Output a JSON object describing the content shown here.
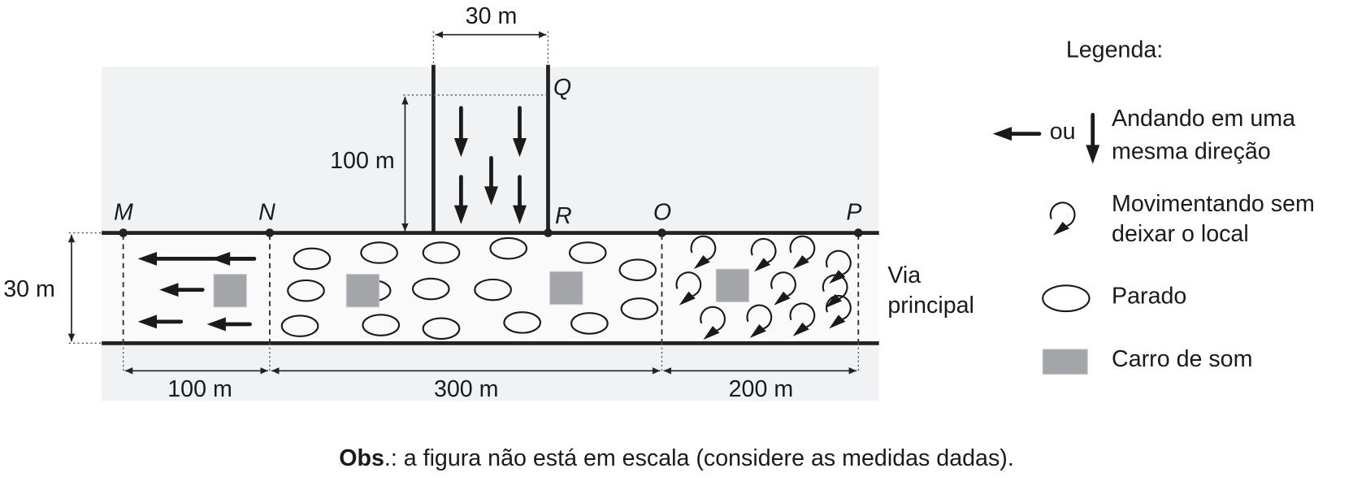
{
  "points": {
    "M": "M",
    "N": "N",
    "O": "O",
    "P": "P",
    "Q": "Q",
    "R": "R"
  },
  "dimensions": {
    "top_width": "30 m",
    "side_street_length": "100 m",
    "road_width": "30 m",
    "segment_MN": "100 m",
    "segment_NO": "300 m",
    "segment_OP": "200 m"
  },
  "road_label": [
    "Via",
    "principal"
  ],
  "legend": {
    "title": "Legenda:",
    "or": "ou",
    "walking": [
      "Andando em uma",
      "mesma direção"
    ],
    "moving": [
      "Movimentando sem",
      "deixar o local"
    ],
    "stopped": "Parado",
    "sound_car": "Carro de som"
  },
  "note": {
    "bold": "Obs",
    "text": ".: a figura não está em escala (considere as medidas dadas)."
  },
  "colors": {
    "background_area": "#f1f2f4",
    "road": "#fafafa",
    "sound_car": "#a3a5a8"
  }
}
